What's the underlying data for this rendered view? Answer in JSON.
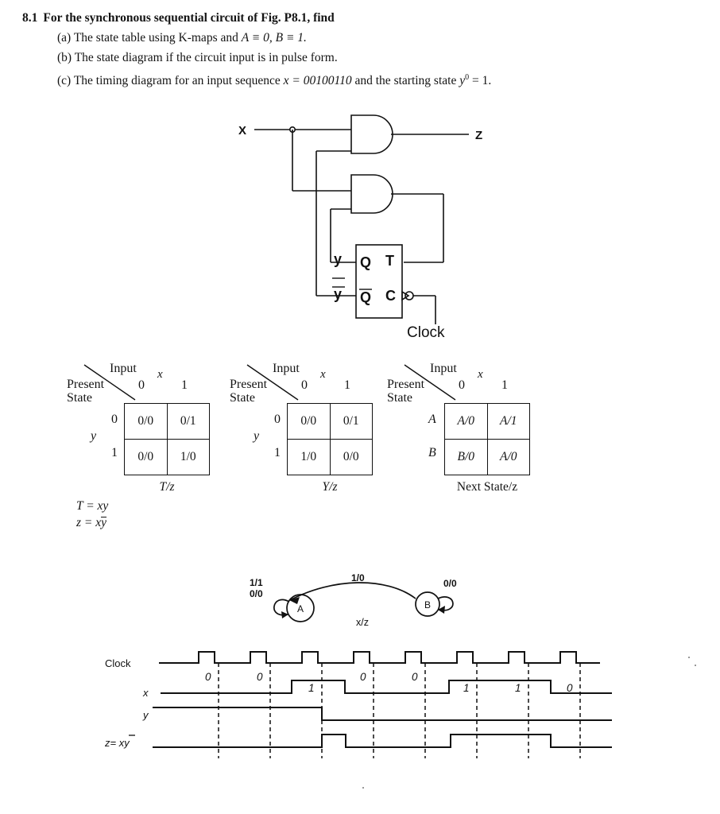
{
  "problem": {
    "number": "8.1",
    "stem": "For the synchronous sequential circuit of Fig. P8.1, find",
    "items": [
      {
        "tag": "(a)",
        "text_before": "The state table using K-maps and ",
        "math": "A ≡ 0, B ≡ 1.",
        "text_after": ""
      },
      {
        "tag": "(b)",
        "text_before": "The state diagram if the circuit input is in pulse form.",
        "math": "",
        "text_after": ""
      },
      {
        "tag": "(c)",
        "text_before": "The timing diagram for an input sequence ",
        "math": "x = 00100110",
        "text_after": " and the starting state y⁰ = 1."
      }
    ]
  },
  "circuit": {
    "input_label": "X",
    "output_label": "Z",
    "clock_label": "Clock",
    "ff_pin_q": "Q",
    "ff_pin_qbar": "Q",
    "ff_pin_t": "T",
    "ff_pin_c": "C",
    "wire_label_y": "y",
    "wire_label_ybar": "y",
    "gate_type": "AND"
  },
  "kmaps": [
    {
      "id": "kmap-t-z",
      "corner_input": "Input",
      "corner_xvar": "x",
      "corner_present": "Present",
      "corner_state": "State",
      "col_headers": [
        "0",
        "1"
      ],
      "row_var": "y",
      "row_headers": [
        "0",
        "1"
      ],
      "cells": [
        [
          "0/0",
          "0/1"
        ],
        [
          "0/0",
          "1/0"
        ]
      ],
      "caption": "T/z",
      "equations": [
        "T = xy",
        "z = xȳ"
      ]
    },
    {
      "id": "kmap-y-z",
      "corner_input": "Input",
      "corner_xvar": "x",
      "corner_present": "Present",
      "corner_state": "State",
      "col_headers": [
        "0",
        "1"
      ],
      "row_var": "y",
      "row_headers": [
        "0",
        "1"
      ],
      "cells": [
        [
          "0/0",
          "0/1"
        ],
        [
          "1/0",
          "0/0"
        ]
      ],
      "caption": "Y/z",
      "equations": []
    },
    {
      "id": "kmap-next-state",
      "corner_input": "Input",
      "corner_xvar": "x",
      "corner_present": "Present",
      "corner_state": "State",
      "col_headers": [
        "0",
        "1"
      ],
      "row_var": "",
      "row_headers": [
        "A",
        "B"
      ],
      "cells": [
        [
          "A/0",
          "A/1"
        ],
        [
          "B/0",
          "A/0"
        ]
      ],
      "caption": "Next State/z",
      "equations": []
    }
  ],
  "state_diagram": {
    "states": [
      "A",
      "B"
    ],
    "self_loop_a_labels": [
      "1/1",
      "0/0"
    ],
    "transition_b_to_a": "1/0",
    "self_loop_b_label": "0/0",
    "legend": "x/z"
  },
  "timing": {
    "rows": [
      "Clock",
      "x",
      "y",
      "z= x̄y"
    ],
    "row_label_clock": "Clock",
    "row_label_x": "x",
    "row_label_y": "y",
    "row_label_z": "z=",
    "row_label_z_expr": "xy",
    "x_sequence": [
      "0",
      "0",
      "1",
      "0",
      "0",
      "1",
      "1",
      "0"
    ],
    "clock_pulses": 8,
    "starting_state_y": "1"
  }
}
